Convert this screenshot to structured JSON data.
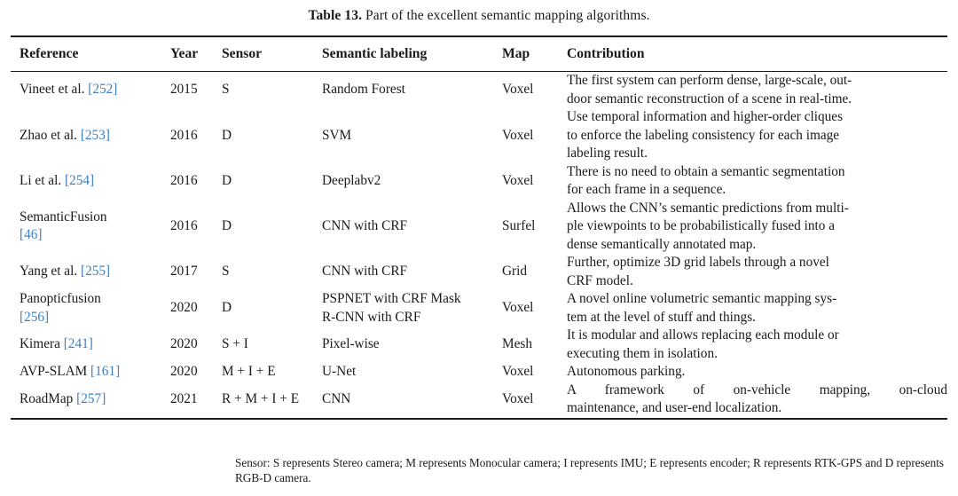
{
  "caption": {
    "label": "Table 13.",
    "text": " Part of the excellent semantic mapping algorithms."
  },
  "table": {
    "headers": {
      "reference": "Reference",
      "year": "Year",
      "sensor": "Sensor",
      "semantic_labeling": "Semantic labeling",
      "map": "Map",
      "contribution": "Contribution"
    },
    "rows": [
      {
        "reference_name": "Vineet et al. ",
        "reference_cite": "[252]",
        "year": "2015",
        "sensor": "S",
        "semantic_labeling": "Random Forest",
        "map": "Voxel",
        "contribution_lines": [
          "The first system can perform dense, large-scale, out-",
          "door semantic reconstruction of a scene in real-time."
        ],
        "contribution": "The first system can perform dense, large-scale, outdoor semantic reconstruction of a scene in real-time."
      },
      {
        "reference_name": "Zhao et al. ",
        "reference_cite": "[253]",
        "year": "2016",
        "sensor": "D",
        "semantic_labeling": "SVM",
        "map": "Voxel",
        "contribution_lines": [
          "Use temporal information and higher-order cliques",
          "to enforce the labeling consistency for each image",
          "labeling result."
        ],
        "contribution": "Use temporal information and higher-order cliques to enforce the labeling consistency for each image labeling result."
      },
      {
        "reference_name": "Li et al. ",
        "reference_cite": "[254]",
        "year": "2016",
        "sensor": "D",
        "semantic_labeling": "Deeplabv2",
        "map": "Voxel",
        "contribution_lines": [
          "There is no need to obtain a semantic segmentation",
          "for each frame in a sequence."
        ],
        "contribution": "There is no need to obtain a semantic segmentation for each frame in a sequence."
      },
      {
        "reference_name": "SemanticFusion\n",
        "reference_cite": "[46]",
        "year": "2016",
        "sensor": "D",
        "semantic_labeling": "CNN with CRF",
        "map": "Surfel",
        "contribution_lines": [
          "Allows the CNN’s semantic predictions from multi-",
          "ple viewpoints to be probabilistically fused into a",
          "dense semantically annotated map."
        ],
        "contribution": "Allows the CNN’s semantic predictions from multiple viewpoints to be probabilistically fused into a dense semantically annotated map."
      },
      {
        "reference_name": "Yang et al. ",
        "reference_cite": "[255]",
        "year": "2017",
        "sensor": "S",
        "semantic_labeling": "CNN with CRF",
        "map": "Grid",
        "contribution_lines": [
          "Further, optimize 3D grid labels through a novel",
          "CRF model."
        ],
        "contribution": "Further, optimize 3D grid labels through a novel CRF model."
      },
      {
        "reference_name": "Panopticfusion\n",
        "reference_cite": "[256]",
        "year": "2020",
        "sensor": "D",
        "semantic_labeling": "PSPNET with CRF Mask\nR-CNN with CRF",
        "map": "Voxel",
        "contribution_lines": [
          "A novel online volumetric semantic mapping sys-",
          "tem at the level of stuff and things."
        ],
        "contribution": "A novel online volumetric semantic mapping system at the level of stuff and things."
      },
      {
        "reference_name": "Kimera ",
        "reference_cite": "[241]",
        "year": "2020",
        "sensor": "S + I",
        "semantic_labeling": "Pixel-wise",
        "map": "Mesh",
        "contribution_lines": [
          "It is modular and allows replacing each module or",
          "executing them in isolation."
        ],
        "contribution": "It is modular and allows replacing each module or executing them in isolation."
      },
      {
        "reference_name": "AVP-SLAM ",
        "reference_cite": "[161]",
        "year": "2020",
        "sensor": "M + I + E",
        "semantic_labeling": "U-Net",
        "map": "Voxel",
        "contribution_lines": [
          "Autonomous parking."
        ],
        "contribution": "Autonomous parking."
      },
      {
        "reference_name": "RoadMap ",
        "reference_cite": "[257]",
        "year": "2021",
        "sensor": "R + M + I + E",
        "semantic_labeling": "CNN",
        "map": "Voxel",
        "contribution_lines": [
          "A framework of on-vehicle mapping, on-cloud",
          "maintenance, and user-end localization."
        ],
        "contribution": "A framework of on-vehicle mapping, on-cloud maintenance, and user-end localization."
      }
    ]
  },
  "footnote": {
    "line1": "Sensor: S represents Stereo camera; M represents Monocular camera; I represents IMU; E represents encoder; R",
    "line2": "represents RTK-GPS and D represents RGB-D camera."
  },
  "colors": {
    "citation": "#3d7fc1",
    "text": "#1a1a1a",
    "rule": "#1a1a1a",
    "background": "#ffffff"
  }
}
